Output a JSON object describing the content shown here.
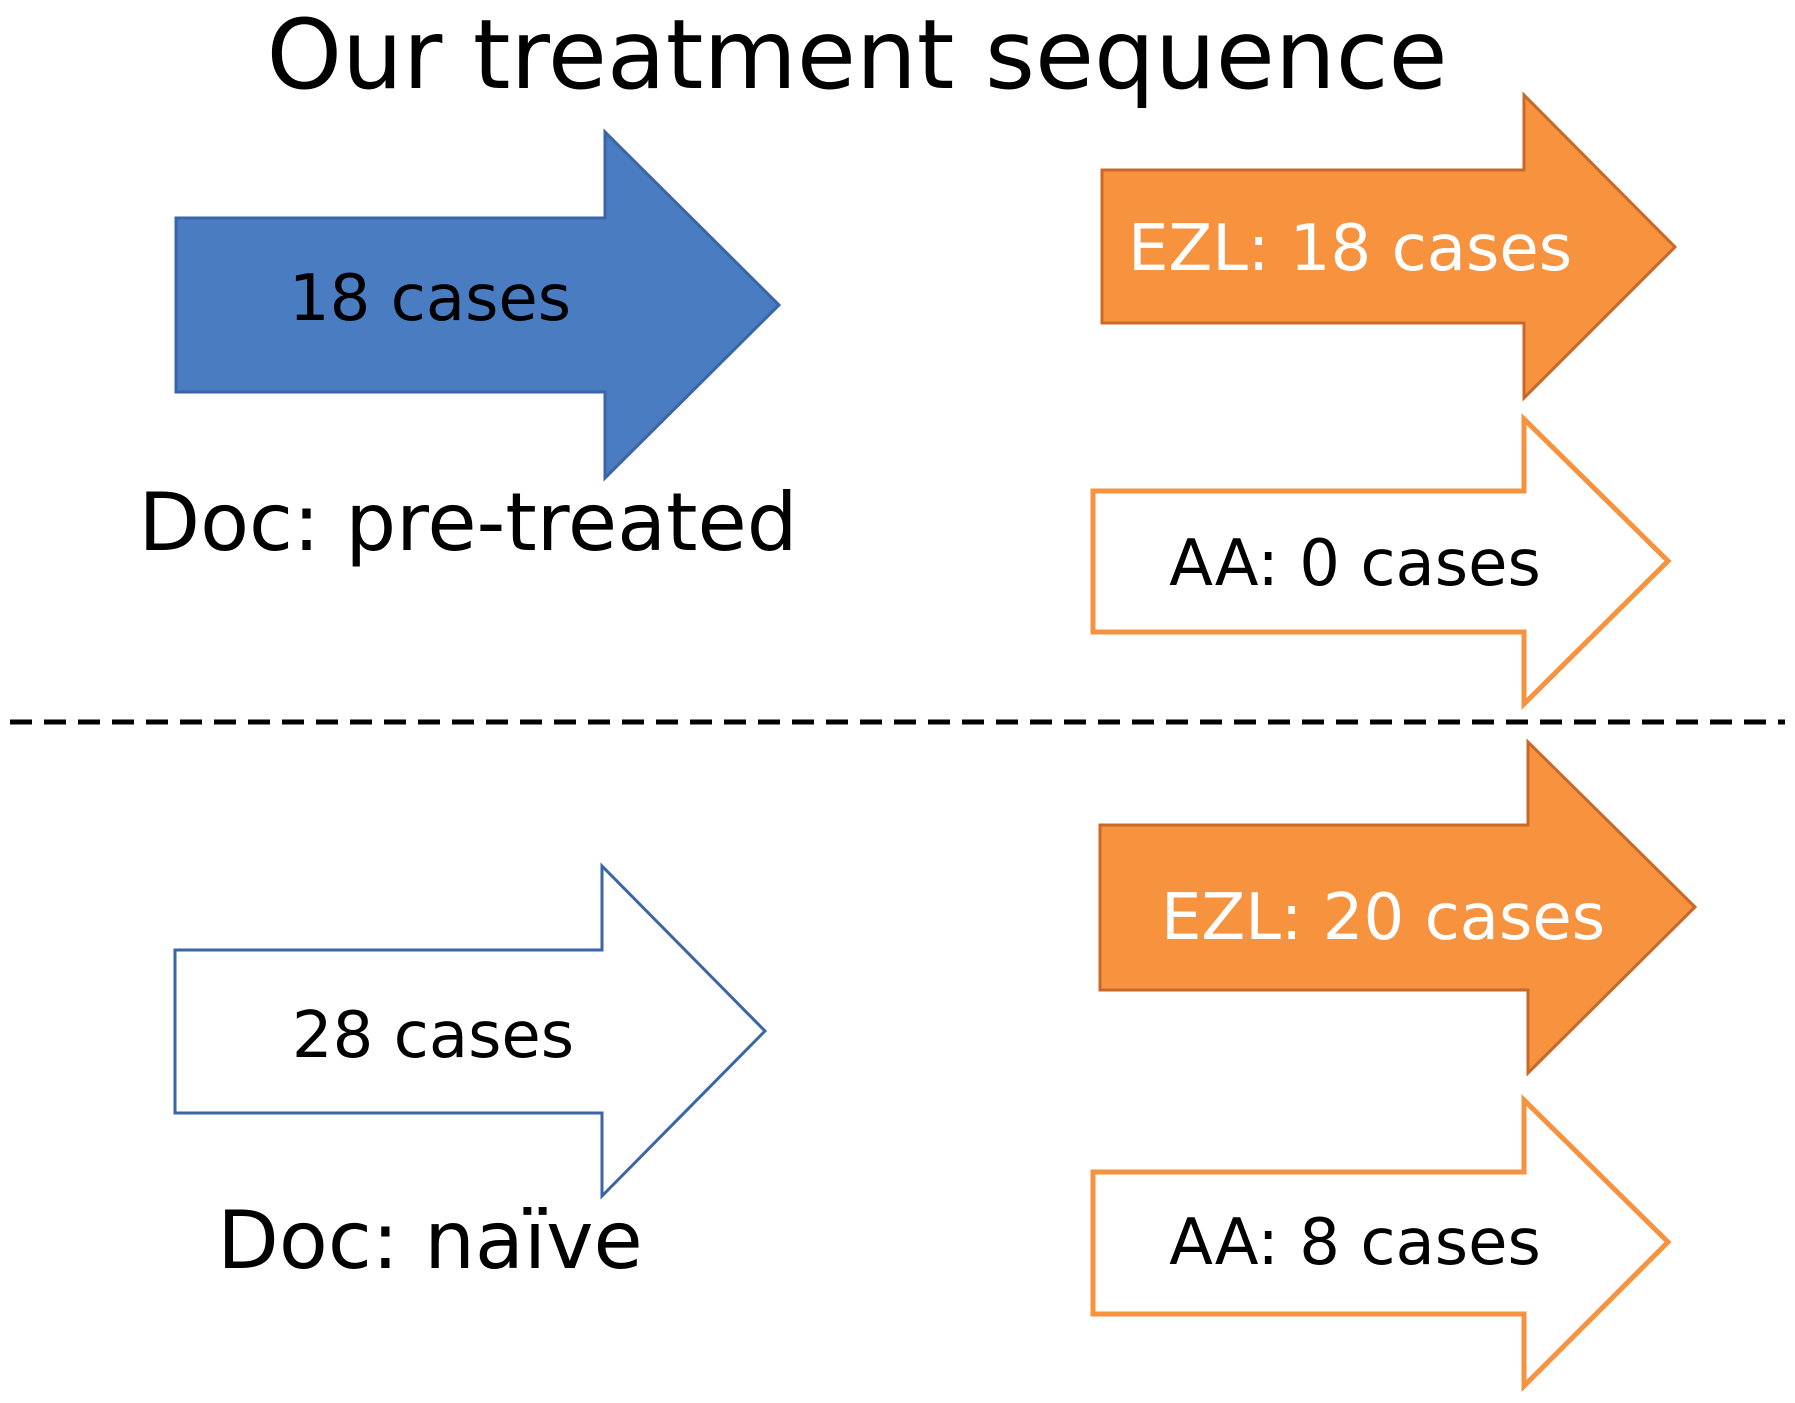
{
  "title": "Our treatment sequence",
  "colors": {
    "blue_fill": "#4a7cc2",
    "blue_stroke": "#3a66a8",
    "orange_fill": "#f7923f",
    "orange_stroke": "#c8692a",
    "outline_orange": "#f7923f",
    "outline_blue": "#3a66a8",
    "divider": "#000000"
  },
  "groups": [
    {
      "group_label": "Doc: pre-treated",
      "source": {
        "label": "18 cases",
        "style": "filled-blue"
      },
      "outcomes": [
        {
          "label": "EZL: 18 cases",
          "style": "filled-orange"
        },
        {
          "label": "AA: 0 cases",
          "style": "outline-orange"
        }
      ]
    },
    {
      "group_label": "Doc: naïve",
      "source": {
        "label": "28 cases",
        "style": "outline-blue"
      },
      "outcomes": [
        {
          "label": "EZL: 20 cases",
          "style": "filled-orange"
        },
        {
          "label": "AA: 8 cases",
          "style": "outline-orange"
        }
      ]
    }
  ]
}
